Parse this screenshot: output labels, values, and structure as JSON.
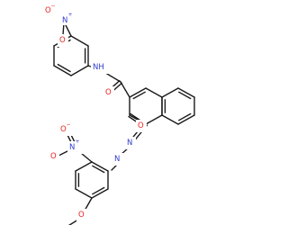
{
  "colors": {
    "bond": "#1a1a1a",
    "oxygen": "#e8231e",
    "nitrogen": "#2f3ccf",
    "carbon": "#1a1a1a"
  },
  "atoms": {
    "nitro_top_o1": "O",
    "nitro_top_n": "N",
    "nitro_top_plus": "+",
    "nitro_top_o2": "O",
    "nitro_top_minus": "−",
    "amide_nh": "NH",
    "amide_o": "O",
    "keto_o": "O",
    "azo_n1": "N",
    "azo_n2": "N",
    "nitro_bot_o1": "O",
    "nitro_bot_minus": "−",
    "nitro_bot_n": "N",
    "nitro_bot_plus": "+",
    "nitro_bot_o2": "O",
    "methoxy_o": "O"
  }
}
